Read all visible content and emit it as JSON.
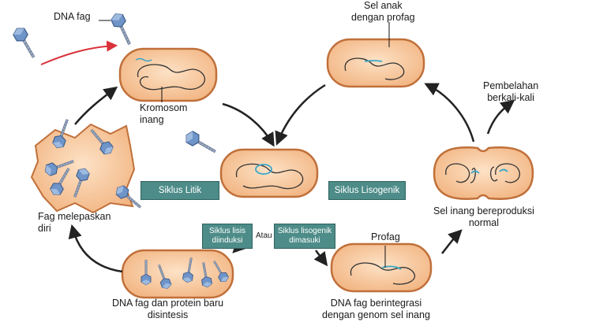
{
  "labels": {
    "dna_fag": "DNA fag",
    "kromosom_inang": "Kromosom\ninang",
    "sel_anak": "Sel anak\ndengan profag",
    "pembelahan": "Pembelahan\nberkali-kali",
    "fag_melepaskan": "Fag melepaskan\ndiri",
    "sel_inang_bereproduksi": "Sel inang bereproduksi\nnormal",
    "profag": "Profag",
    "atau": "Atau",
    "dna_protein_baru": "DNA fag dan protein baru\ndisintesis",
    "dna_berintegrasi": "DNA fag berintegrasi\ndengan genom sel inang"
  },
  "boxes": {
    "siklus_litik": "Siklus Litik",
    "siklus_lisogenik": "Siklus Lisogenik",
    "siklus_lisis_diinduksi": "Siklus lisis\ndiinduksi",
    "siklus_lisogenik_dimasuki": "Siklus lisogenik\ndimasuki"
  },
  "colors": {
    "cell_fill": "#f5c49a",
    "cell_stroke": "#c0703a",
    "teal_box": "#4d8c88",
    "dna_blue": "#4fb6d6",
    "phage_head": "#6a8fc4",
    "arrow": "#222222",
    "red_arrow": "#d9323a"
  }
}
